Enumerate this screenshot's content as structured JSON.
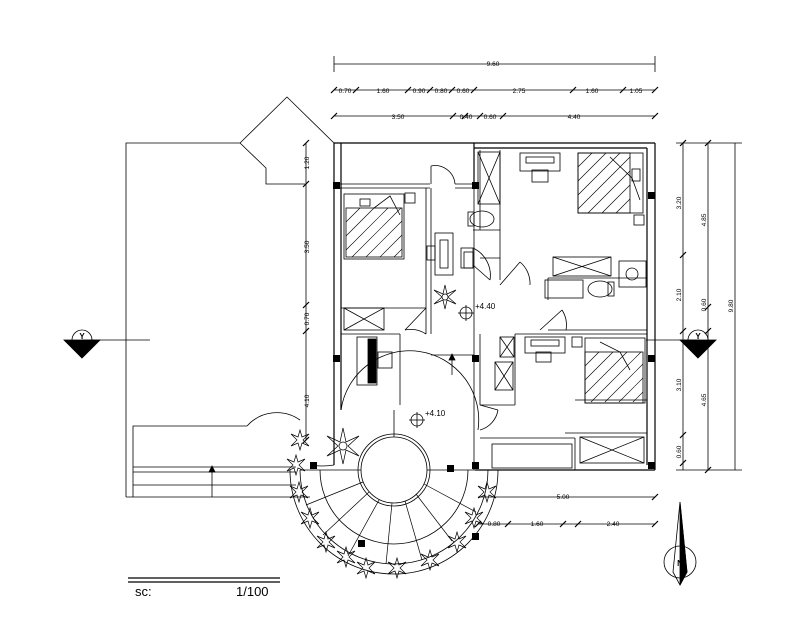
{
  "dimensions": {
    "top_total": "9.60",
    "top_row1": [
      "0.70",
      "1.60",
      "0.90",
      "0.80",
      "0.60",
      "2.75",
      "1.60",
      "1.05"
    ],
    "top_row2": [
      "3.50",
      "0.40",
      "0.60",
      "4.40"
    ],
    "right_inner": [
      "3.20",
      "2.10",
      "3.10",
      "0.60"
    ],
    "right_mid": [
      "4.85",
      "0.60",
      "4.65"
    ],
    "right_total": "9.80",
    "left": [
      "1.20",
      "3.50",
      "0.70",
      "4.10"
    ],
    "bottom_total": "5.00",
    "bottom_row": [
      "0.80",
      "1.60",
      "2.40"
    ]
  },
  "levels": [
    "+4.40",
    "+4.10"
  ],
  "section_markers": [
    "Y",
    "Y"
  ],
  "north_label": "N",
  "scale": {
    "label": "sc:",
    "value": "1/100"
  }
}
